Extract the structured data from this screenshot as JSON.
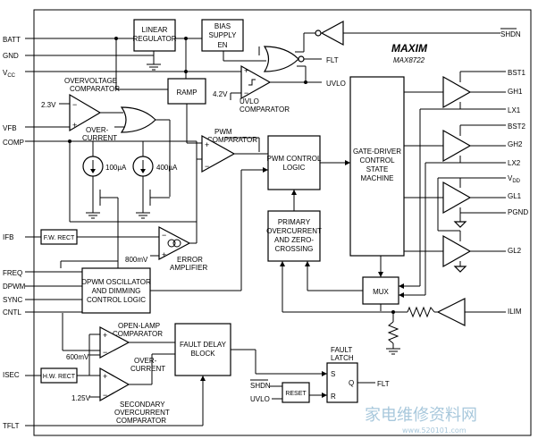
{
  "logo": {
    "brand": "MAXIM",
    "part": "MAX8722"
  },
  "pins_left": {
    "batt": "BATT",
    "gnd": "GND",
    "vcc": "V",
    "vcc_sub": "CC",
    "vfb": "VFB",
    "comp": "COMP",
    "ifb": "IFB",
    "freq": "FREQ",
    "dpwm": "DPWM",
    "sync": "SYNC",
    "cntl": "CNTL",
    "isec": "ISEC",
    "tflt": "TFLT"
  },
  "pins_right": {
    "shdn": "SHDN",
    "bst1": "BST1",
    "gh1": "GH1",
    "lx1": "LX1",
    "bst2": "BST2",
    "gh2": "GH2",
    "lx2": "LX2",
    "vdd": "V",
    "vdd_sub": "DD",
    "gl1": "GL1",
    "pgnd": "PGND",
    "gl2": "GL2",
    "ilim": "ILIM"
  },
  "blocks": {
    "linear_regulator": [
      "LINEAR",
      "REGULATOR"
    ],
    "bias_supply": [
      "BIAS",
      "SUPPLY",
      "EN"
    ],
    "ramp": "RAMP",
    "pwm_control": [
      "PWM CONTROL",
      "LOGIC"
    ],
    "gate_driver": [
      "GATE-DRIVER",
      "CONTROL",
      "STATE",
      "MACHINE"
    ],
    "primary_oc": [
      "PRIMARY",
      "OVERCURRENT",
      "AND ZERO-",
      "CROSSING"
    ],
    "fw_rect": "F.W. RECT",
    "dpwm_osc": [
      "DPWM OSCILLATOR",
      "AND DIMMING",
      "CONTROL LOGIC"
    ],
    "mux": "MUX",
    "fault_delay": [
      "FAULT DELAY",
      "BLOCK"
    ],
    "hw_rect": "H.W. RECT",
    "reset": "RESET",
    "fault_latch_s": "S",
    "fault_latch_r": "R",
    "fault_latch_q": "Q"
  },
  "labels": {
    "overvoltage_comparator": [
      "OVERVOLTAGE",
      "COMPARATOR"
    ],
    "v2_3": "2.3V",
    "over_current": [
      "OVER-",
      "CURRENT"
    ],
    "i100": "100µA",
    "i400": "400µA",
    "pwm_comparator": [
      "PWM",
      "COMPARATOR"
    ],
    "uvlo_comparator": [
      "UVLO",
      "COMPARATOR"
    ],
    "v4_2": "4.2V",
    "flt_out": "FLT",
    "uvlo_out": "UVLO",
    "mv800": "800mV",
    "error_amplifier": [
      "ERROR",
      "AMPLIFIER"
    ],
    "open_lamp_comparator": [
      "OPEN-LAMP",
      "COMPARATOR"
    ],
    "mv600": "600mV",
    "over_current2": [
      "OVER-",
      "CURRENT"
    ],
    "v1_25": "1.25V",
    "secondary_oc_comparator": [
      "SECONDARY",
      "OVERCURRENT",
      "COMPARATOR"
    ],
    "fault_latch": [
      "FAULT",
      "LATCH"
    ],
    "shdn_in": "SHDN",
    "uvlo_in": "UVLO",
    "flt_latch_out": "FLT",
    "plus": "+",
    "minus": "−"
  },
  "watermark": {
    "line1": "家电维修资料网",
    "line2": "www.520101.com"
  }
}
